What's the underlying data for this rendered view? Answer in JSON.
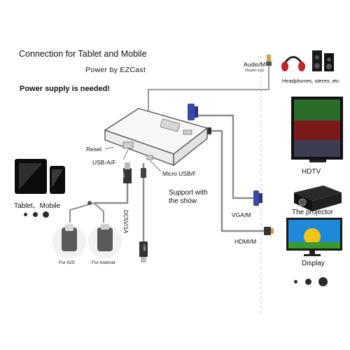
{
  "header": {
    "title": "Connection for Tablet and Mobile",
    "powered_by": "Power by EZCast",
    "warning": "Power supply is needed!"
  },
  "ports": {
    "reset": "Reset",
    "usb_af": "USB-A/F",
    "micro_usb": "Micro USB/F",
    "audio": "Audio/M",
    "audio_sub": "(Audio out)",
    "vga": "VGA/M",
    "hdmi": "HDMI/M"
  },
  "cables": {
    "power": "DC5V/1A",
    "usb_plug": "USB",
    "power_plug": "USB"
  },
  "support_text": "Support with\nthe show",
  "sources": {
    "tablet_mobile": "Tablet、Mobile",
    "ios": "For IOS",
    "android": "For Android"
  },
  "devices": {
    "headphones": "Headphones, stereo, etc",
    "hdtv": "HDTV",
    "projector": "The projector",
    "display": "Display"
  },
  "colors": {
    "cable": "#8e8e8e",
    "adapter_body": "#f4f4f4",
    "dot": "#2b2b2b",
    "vga_connector": "#3a46a8"
  }
}
